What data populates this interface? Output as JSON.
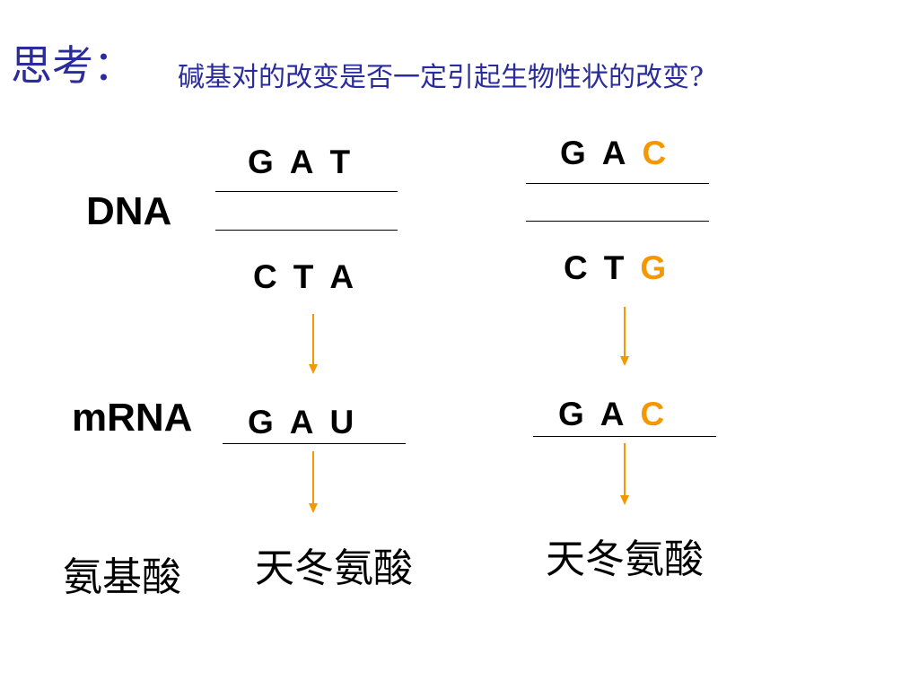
{
  "title": {
    "prefix": "思考：",
    "question": "碱基对的改变是否一定引起生物性状的改变?"
  },
  "labels": {
    "dna": "DNA",
    "mrna": "mRNA",
    "amino_acid": "氨基酸"
  },
  "left_column": {
    "dna_top": [
      "G",
      "A",
      "T"
    ],
    "dna_bottom": [
      "C",
      "T",
      "A"
    ],
    "mrna": [
      "G",
      "A",
      "U"
    ],
    "amino_acid": "天冬氨酸"
  },
  "right_column": {
    "dna_top": [
      "G",
      "A",
      "C"
    ],
    "dna_bottom": [
      "C",
      "T",
      "G"
    ],
    "mrna": [
      "G",
      "A",
      "C"
    ],
    "amino_acid": "天冬氨酸",
    "mutated_index": 2
  },
  "colors": {
    "title": "#2b2c9c",
    "mutation": "#f39800",
    "arrow": "#f39800",
    "text": "#000000"
  }
}
